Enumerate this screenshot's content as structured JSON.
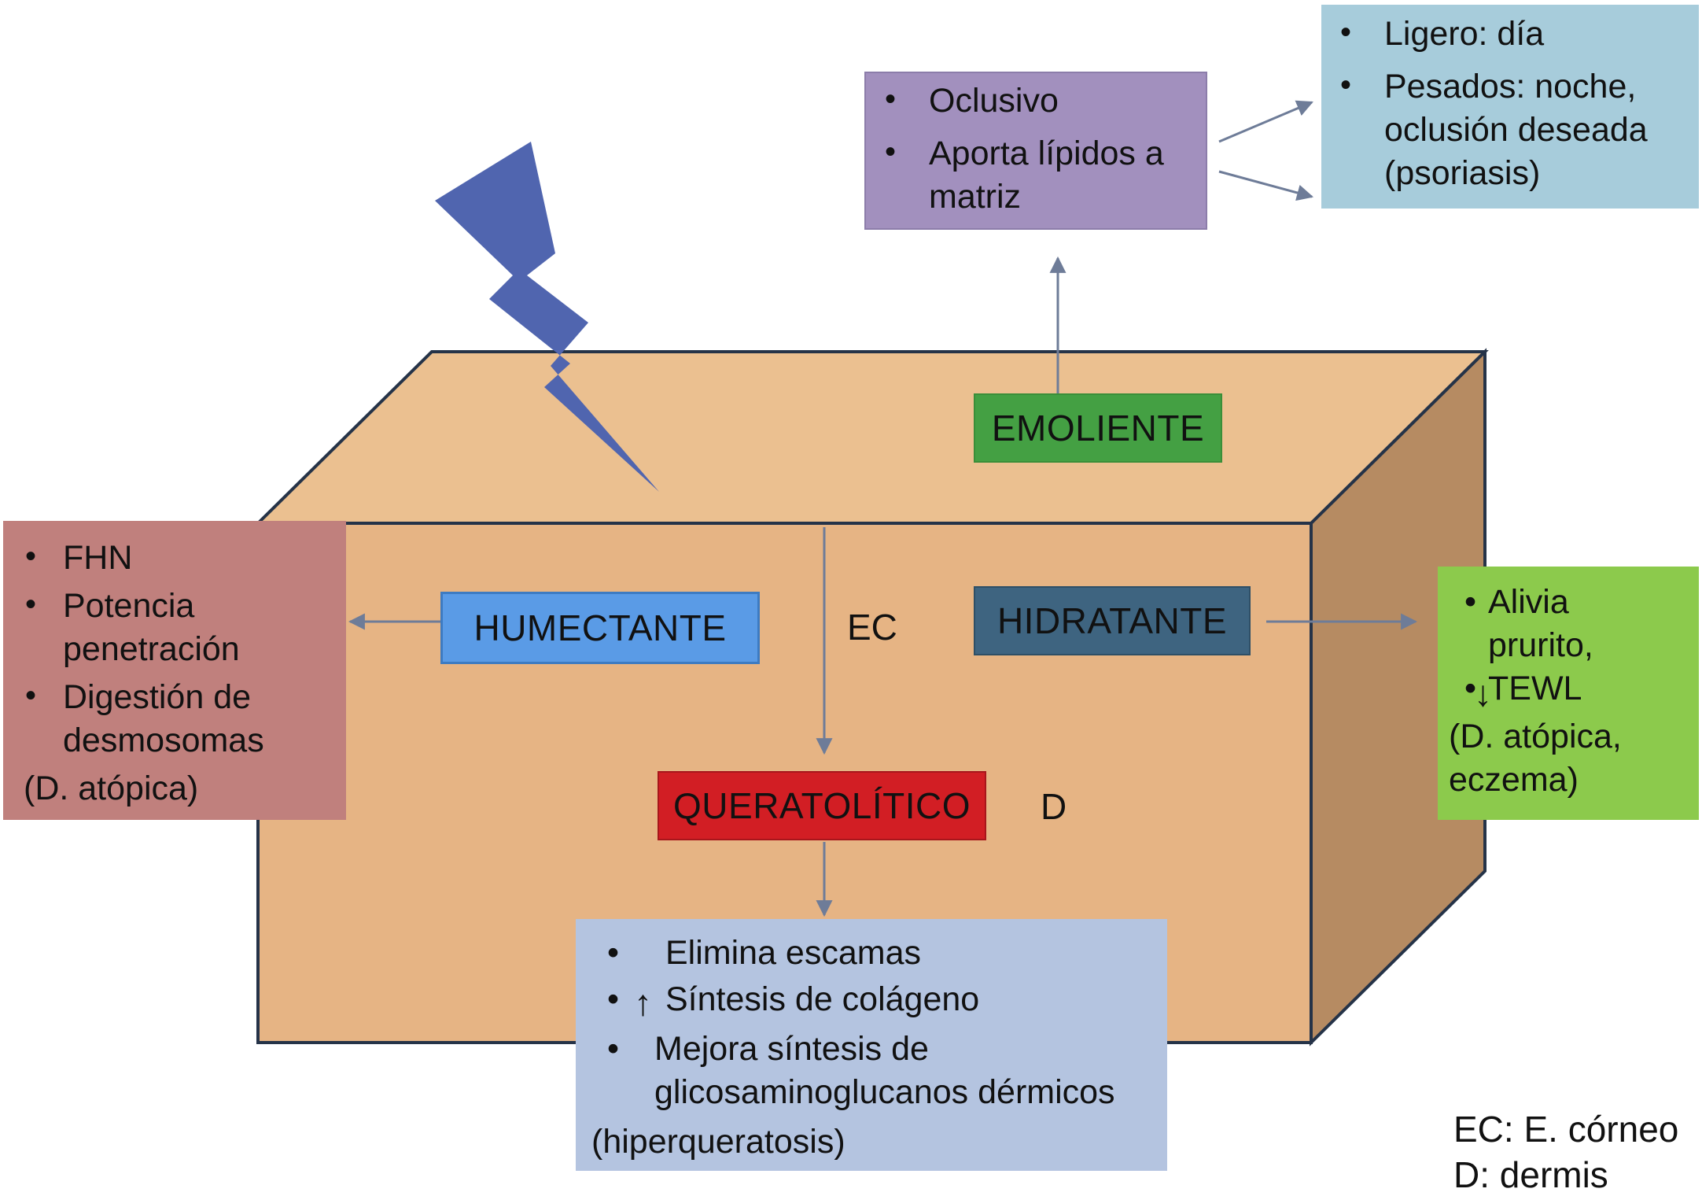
{
  "colors": {
    "box_face": "#E6B484",
    "box_top": "#EBC090",
    "box_side": "#B68B62",
    "lightning": "#5065AF",
    "emolliente": "#44A043",
    "humectante": "#5A9BE6",
    "hidratante": "#3E6480",
    "queratolitico": "#D21E24",
    "purple_box": "#A290BE",
    "lightblue_box": "#A7CCDB",
    "red_box": "#C0807D",
    "green_box": "#8CCA4C",
    "paleblue_box": "#B4C4E0",
    "arrow": "#6E7C98"
  },
  "labels": {
    "emoliente": "EMOLIENTE",
    "humectante": "HUMECTANTE",
    "hidratante": "HIDRATANTE",
    "queratolitico": "QUERATOLÍTICO",
    "ec": "EC",
    "d": "D"
  },
  "emoliente_box": {
    "items": [
      "Oclusivo",
      "Aporta lípidos a matriz"
    ]
  },
  "light_box": {
    "items": [
      "Ligero: día",
      "Pesados: noche, oclusión deseada (psoriasis)"
    ]
  },
  "humectante_box": {
    "items": [
      "FHN",
      "Potencia penetración",
      "Digestión de desmosomas"
    ],
    "note": "(D. atópica)"
  },
  "hidratante_box": {
    "item1": "Alivia prurito,",
    "item2_arrow": "↓",
    "item2": "TEWL",
    "note": "(D. atópica, eczema)"
  },
  "queratolitico_box": {
    "item1": "Elimina escamas",
    "item2_arrow": "↑",
    "item2": "Síntesis de colágeno",
    "item3": "Mejora síntesis de glicosaminoglucanos dérmicos",
    "note": "(hiperqueratosis)"
  },
  "legend": {
    "ec": "EC: E. córneo",
    "d": "D: dermis"
  },
  "bullet": "•"
}
